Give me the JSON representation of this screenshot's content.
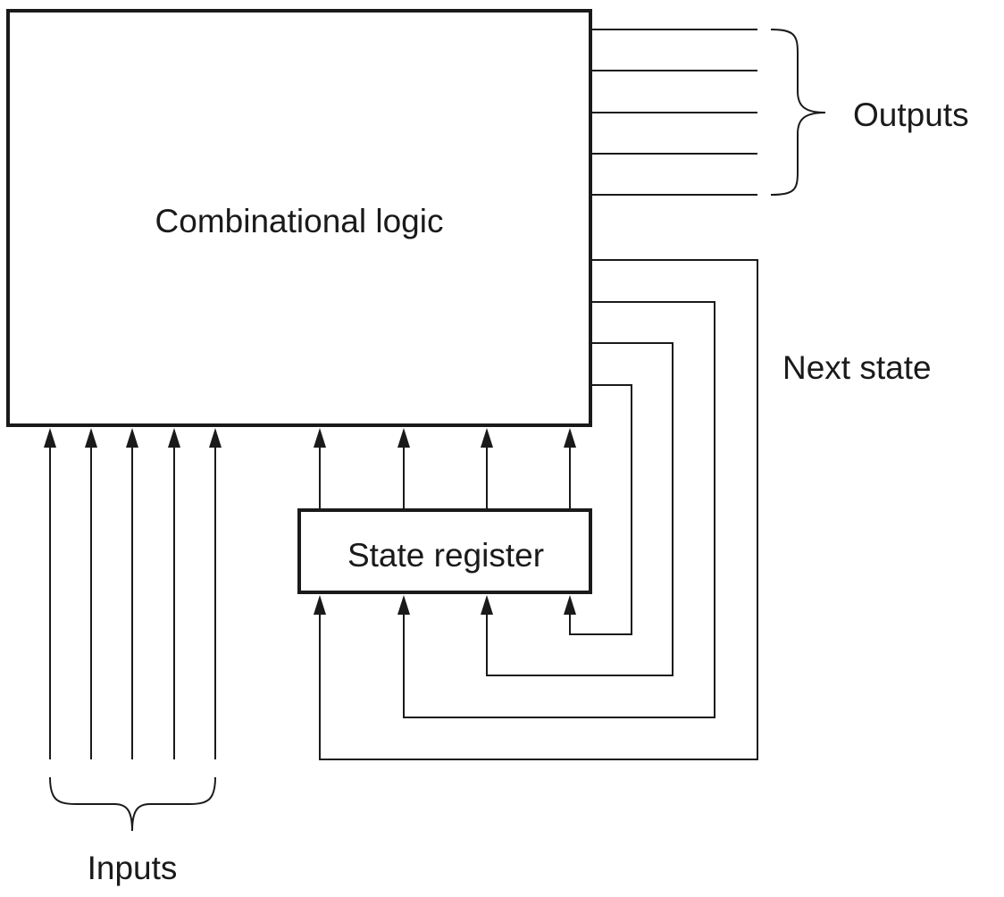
{
  "labels": {
    "combinational_logic": "Combinational logic",
    "state_register": "State register",
    "outputs": "Outputs",
    "next_state": "Next state",
    "inputs": "Inputs"
  },
  "colors": {
    "stroke": "#1a1a1a",
    "background": "#ffffff"
  }
}
